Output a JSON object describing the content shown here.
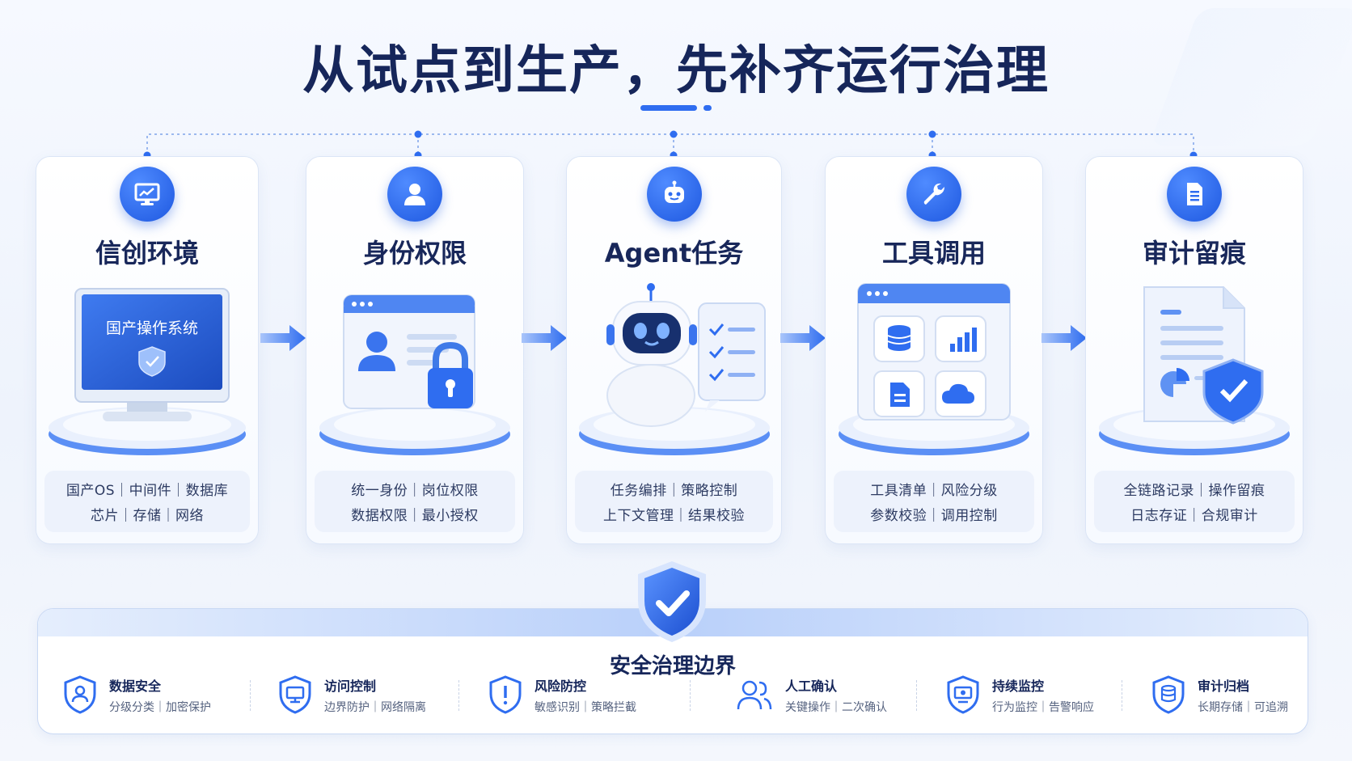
{
  "title": "从试点到生产，先补齐运行治理",
  "steps": [
    {
      "title": "信创环境",
      "icon": "monitor-icon",
      "screen_text": "国产操作系统",
      "lines": [
        "国产OS｜中间件｜数据库",
        "芯片｜存储｜网络"
      ]
    },
    {
      "title": "身份权限",
      "icon": "user-icon",
      "lines": [
        "统一身份｜岗位权限",
        "数据权限｜最小授权"
      ]
    },
    {
      "title": "Agent任务",
      "icon": "robot-icon",
      "lines": [
        "任务编排｜策略控制",
        "上下文管理｜结果校验"
      ]
    },
    {
      "title": "工具调用",
      "icon": "wrench-icon",
      "lines": [
        "工具清单｜风险分级",
        "参数校验｜调用控制"
      ]
    },
    {
      "title": "审计留痕",
      "icon": "document-icon",
      "lines": [
        "全链路记录｜操作留痕",
        "日志存证｜合规审计"
      ]
    }
  ],
  "security": {
    "title": "安全治理边界",
    "items": [
      {
        "title": "数据安全",
        "sub": "分级分类｜加密保护",
        "icon": "user-shield-icon"
      },
      {
        "title": "访问控制",
        "sub": "边界防护｜网络隔离",
        "icon": "monitor-shield-icon"
      },
      {
        "title": "风险防控",
        "sub": "敏感识别｜策略拦截",
        "icon": "alert-shield-icon"
      },
      {
        "title": "人工确认",
        "sub": "关键操作｜二次确认",
        "icon": "users-icon"
      },
      {
        "title": "持续监控",
        "sub": "行为监控｜告警响应",
        "icon": "eye-shield-icon"
      },
      {
        "title": "审计归档",
        "sub": "长期存储｜可追溯",
        "icon": "database-shield-icon"
      }
    ]
  },
  "colors": {
    "accent": "#2f6df0",
    "title": "#16265a",
    "panel": "#edf2fc"
  }
}
